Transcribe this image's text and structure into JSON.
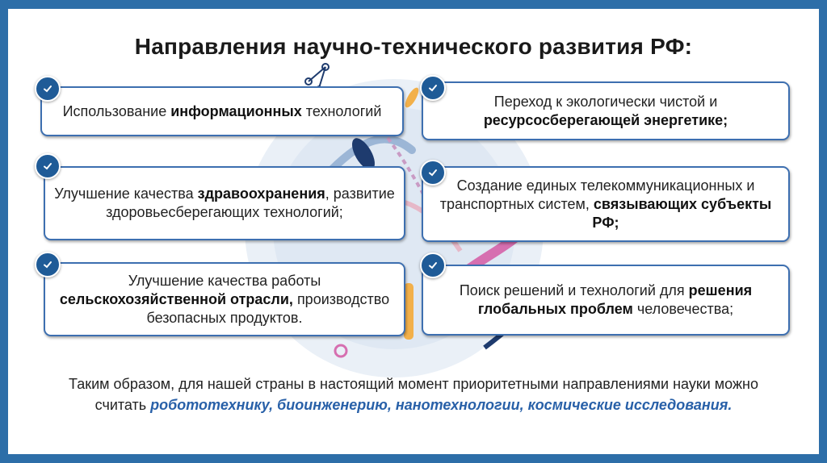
{
  "title": "Направления научно-технического развития РФ:",
  "colors": {
    "frame": "#2d6ea8",
    "card_border": "#3d6fb0",
    "check": "#1f5b97",
    "highlight": "#2860a8"
  },
  "cards": [
    {
      "before": "Использование ",
      "bold": "информационных",
      "after": " технологий"
    },
    {
      "before": "Переход к экологически чистой и ",
      "bold": "ресурсосберегающей энергетике;",
      "after": ""
    },
    {
      "before": "Улучшение качества ",
      "bold": "здравоохранения",
      "after": ", развитие здоровьесберегающих технологий;"
    },
    {
      "before": "Создание единых телекоммуникационных и транспортных систем, ",
      "bold": "связывающих субъекты РФ;",
      "after": ""
    },
    {
      "before": "Улучшение качества работы ",
      "bold": "сельскохозяйственной отрасли,",
      "after": " производство безопасных продуктов."
    },
    {
      "before": "Поиск решений и технологий для ",
      "bold": "решения глобальных проблем",
      "after": " человечества;"
    }
  ],
  "check_icon": "checkmark-icon",
  "summary": {
    "text": "Таким образом, для нашей страны в настоящий момент приоритетными направлениями науки можно считать ",
    "highlight": "робототехнику, биоинженерию, нанотехнологии, космические исследования",
    "end": "."
  }
}
